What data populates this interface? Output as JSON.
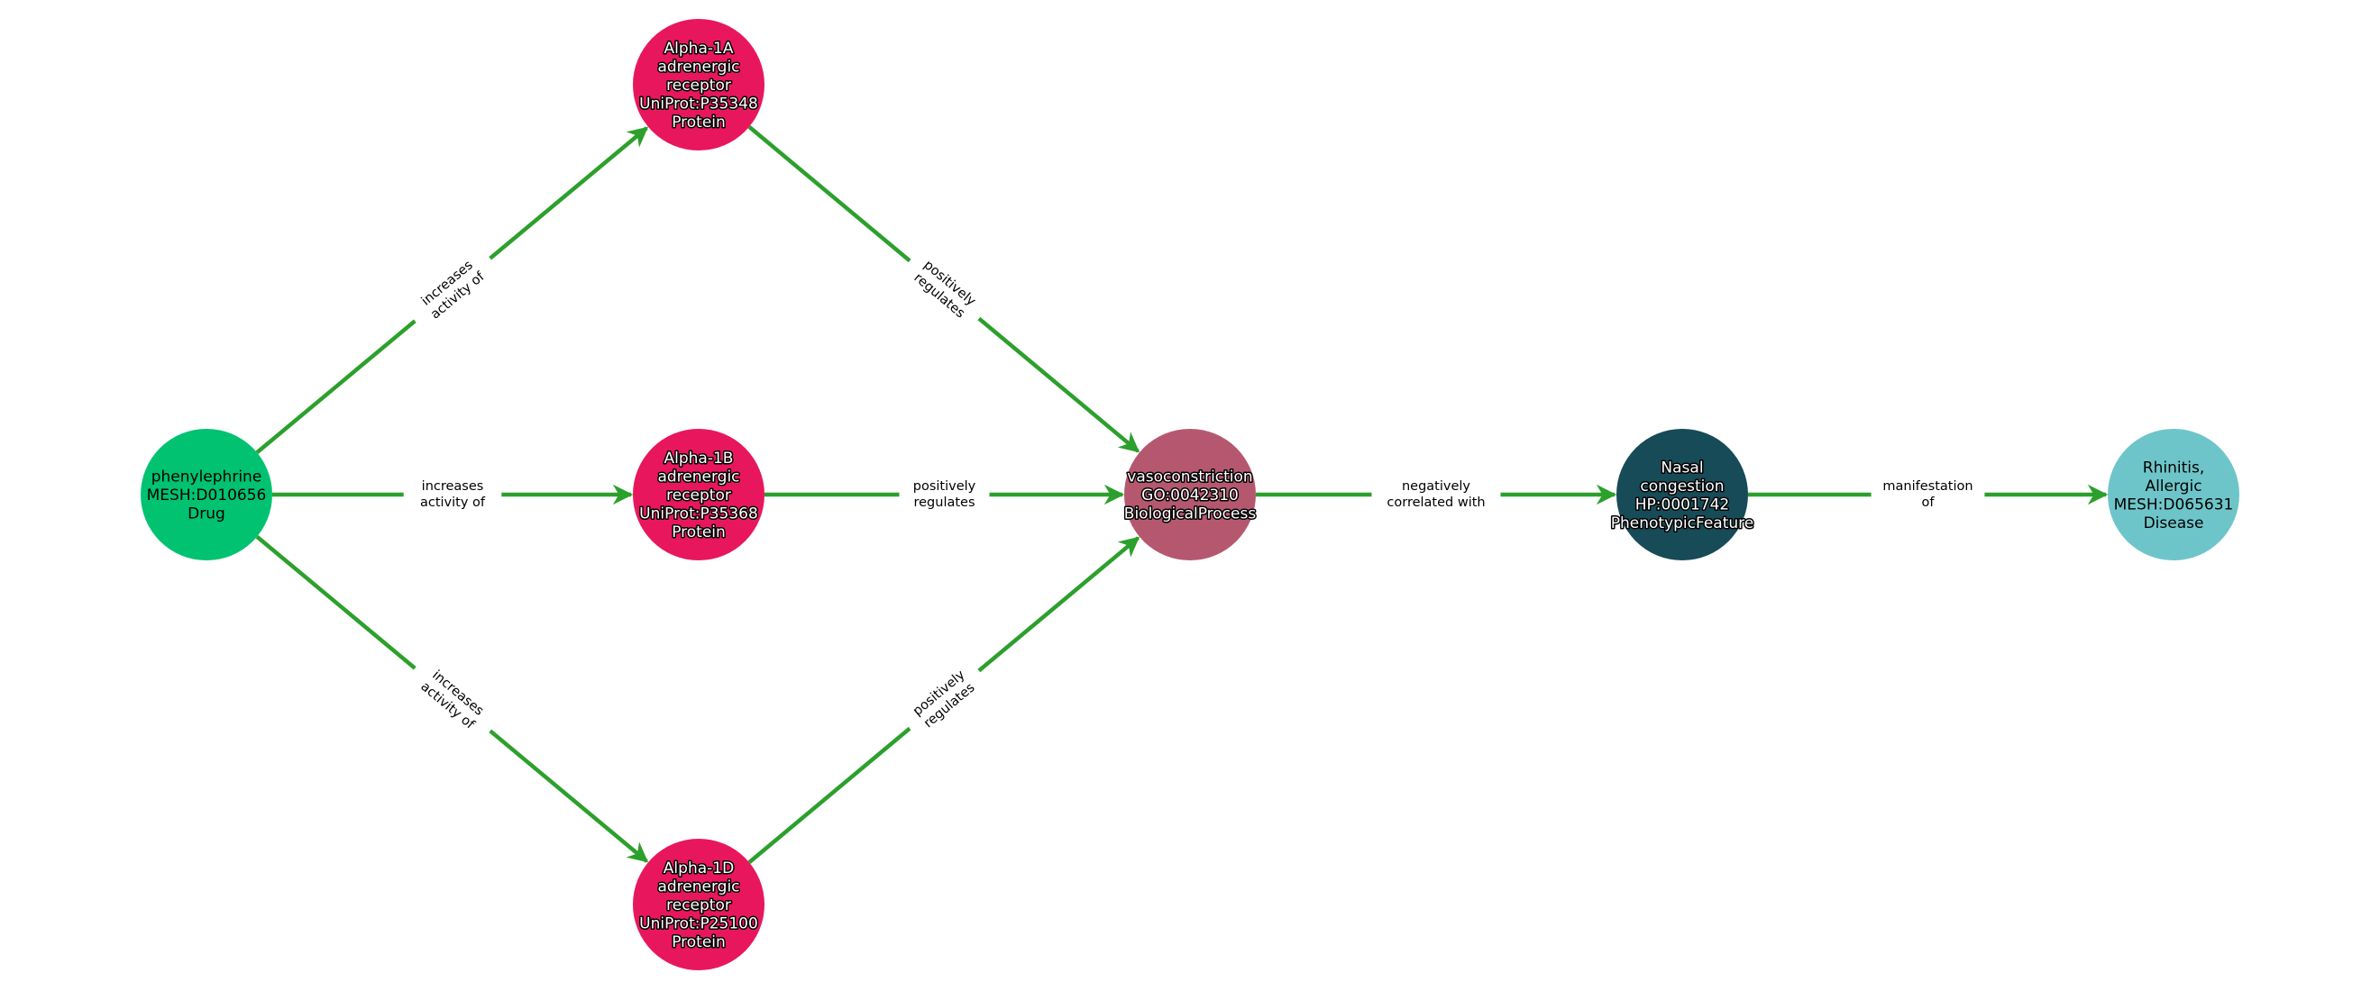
{
  "colors": {
    "edge": "#2ca02c",
    "drug": "#00c271",
    "protein": "#e8175d",
    "process": "#b5586f",
    "phenotype": "#164b57",
    "disease": "#6ec5c9"
  },
  "nodes": [
    {
      "id": "phenylephrine",
      "lines": [
        "phenylephrine",
        "MESH:D010656",
        "Drug"
      ],
      "color": "#00c271",
      "text_style": "plain"
    },
    {
      "id": "alpha1a",
      "lines": [
        "Alpha-1A",
        "adrenergic",
        "receptor",
        "UniProt:P35348",
        "Protein"
      ],
      "color": "#e8175d",
      "text_style": "outlined"
    },
    {
      "id": "alpha1b",
      "lines": [
        "Alpha-1B",
        "adrenergic",
        "receptor",
        "UniProt:P35368",
        "Protein"
      ],
      "color": "#e8175d",
      "text_style": "outlined"
    },
    {
      "id": "alpha1d",
      "lines": [
        "Alpha-1D",
        "adrenergic",
        "receptor",
        "UniProt:P25100",
        "Protein"
      ],
      "color": "#e8175d",
      "text_style": "outlined"
    },
    {
      "id": "vasoconstriction",
      "lines": [
        "vasoconstriction",
        "GO:0042310",
        "BiologicalProcess"
      ],
      "color": "#b5586f",
      "text_style": "outlined"
    },
    {
      "id": "nasal",
      "lines": [
        "Nasal",
        "congestion",
        "HP:0001742",
        "PhenotypicFeature"
      ],
      "color": "#164b57",
      "text_style": "outlined"
    },
    {
      "id": "rhinitis",
      "lines": [
        "Rhinitis,",
        "Allergic",
        "MESH:D065631",
        "Disease"
      ],
      "color": "#6ec5c9",
      "text_style": "plain"
    }
  ],
  "edges": [
    {
      "source": "phenylephrine",
      "target": "alpha1a",
      "lines": [
        "increases",
        "activity of"
      ]
    },
    {
      "source": "phenylephrine",
      "target": "alpha1b",
      "lines": [
        "increases",
        "activity of"
      ]
    },
    {
      "source": "phenylephrine",
      "target": "alpha1d",
      "lines": [
        "increases",
        "activity of"
      ]
    },
    {
      "source": "alpha1a",
      "target": "vasoconstriction",
      "lines": [
        "positively",
        "regulates"
      ]
    },
    {
      "source": "alpha1b",
      "target": "vasoconstriction",
      "lines": [
        "positively",
        "regulates"
      ]
    },
    {
      "source": "alpha1d",
      "target": "vasoconstriction",
      "lines": [
        "positively",
        "regulates"
      ]
    },
    {
      "source": "vasoconstriction",
      "target": "nasal",
      "lines": [
        "negatively",
        "correlated with"
      ]
    },
    {
      "source": "nasal",
      "target": "rhinitis",
      "lines": [
        "manifestation",
        "of"
      ]
    }
  ]
}
